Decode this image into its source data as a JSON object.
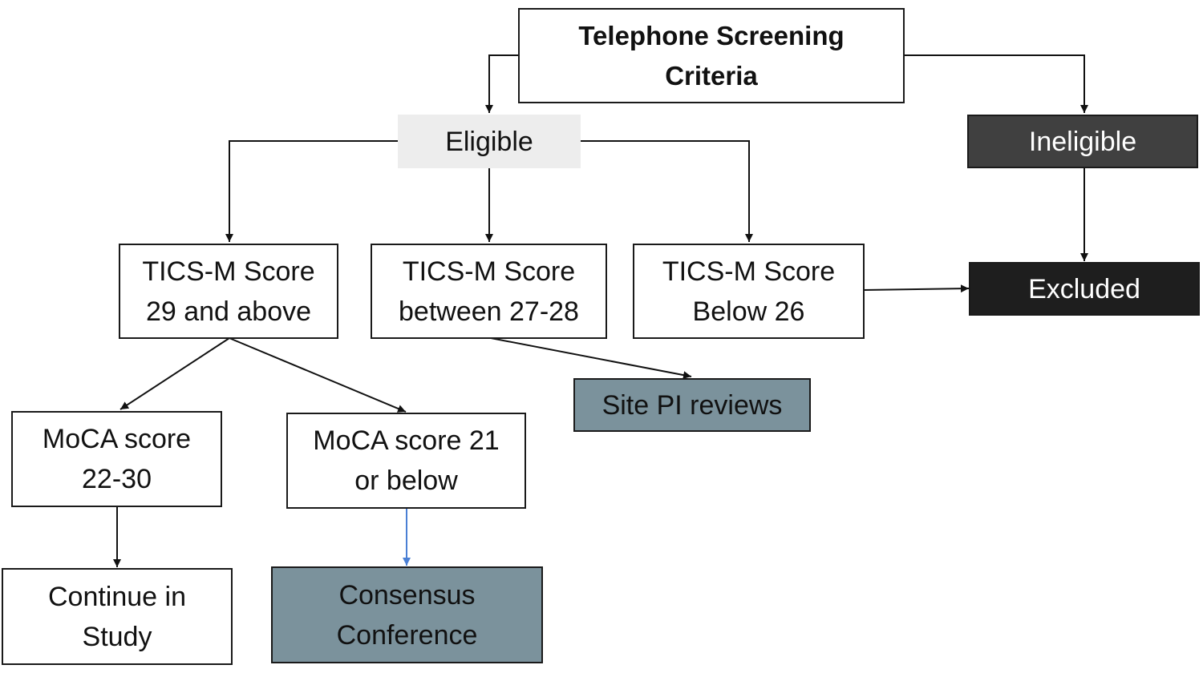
{
  "nodes": {
    "telephone": "Telephone Screening\nCriteria",
    "eligible": "Eligible",
    "ineligible": "Ineligible",
    "tics_29": "TICS-M Score\n29 and above",
    "tics_27_28": "TICS-M Score\nbetween 27-28",
    "tics_below26": "TICS-M Score\nBelow 26",
    "excluded": "Excluded",
    "site_pi": "Site PI reviews",
    "moca_22_30": "MoCA score\n22-30",
    "moca_21": "MoCA score 21\nor below",
    "continue": "Continue in\nStudy",
    "consensus": "Consensus\nConference"
  },
  "colors": {
    "eligible_fill": "#ededed",
    "ineligible_fill": "#404040",
    "excluded_fill": "#1e1e1e",
    "site_pi_fill": "#7b929c",
    "consensus_fill": "#7b929c",
    "connector": "#111111",
    "blue_connector": "#4a7fd4"
  }
}
